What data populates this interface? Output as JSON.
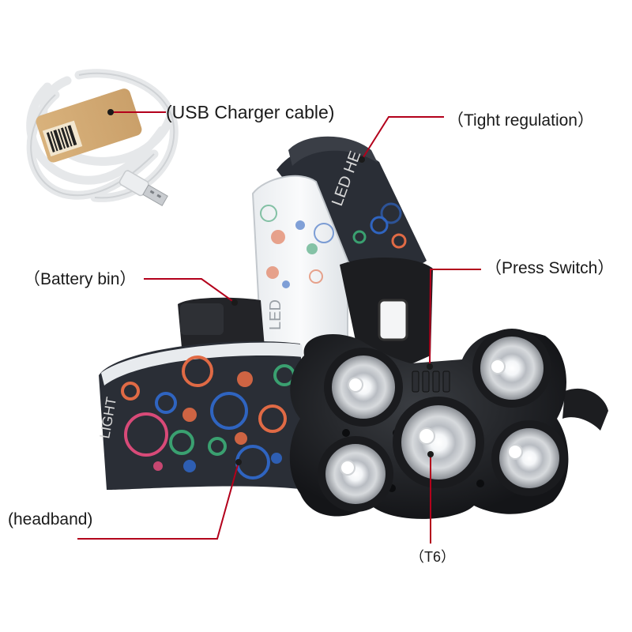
{
  "labels": {
    "usb_cable": "(USB Charger cable)",
    "tight_regulation": "（Tight regulation）",
    "battery_bin": "（Battery bin）",
    "press_switch": "（Press Switch）",
    "headband": "(headband)",
    "t6": "（T6）"
  },
  "band_text": {
    "top_strap": "LED HE",
    "clear_strap": "LED",
    "main_band": "LIGHT"
  },
  "colors": {
    "leader_line": "#b3001b",
    "band": "#2a2e36",
    "shell": "#202226",
    "ring_orange": "#e06a45",
    "ring_green": "#3aa070",
    "ring_blue": "#2f64c0",
    "ring_pink": "#d84a78"
  }
}
